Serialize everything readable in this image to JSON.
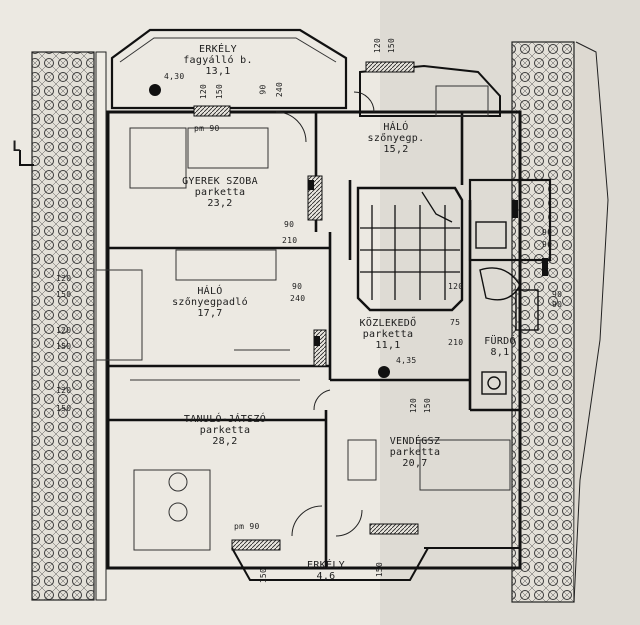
{
  "plan": {
    "palette": {
      "paper": "#e9e6df",
      "paper_shade": "#d9d6cf",
      "ink": "#1c1c1c",
      "hatch": "#3a3a3a"
    },
    "rooms": [
      {
        "id": "erkely_top",
        "name": "ERKÉLY",
        "sub": "fagyálló b.",
        "area": "13,1"
      },
      {
        "id": "halo_top",
        "name": "HÁLÓ",
        "sub": "szőnyegp.",
        "area": "15,2"
      },
      {
        "id": "gyerek",
        "name": "GYEREK SZOBA",
        "sub": "parketta",
        "area": "23,2"
      },
      {
        "id": "halo_mid",
        "name": "HÁLÓ",
        "sub": "szőnyegpadló",
        "area": "17,7"
      },
      {
        "id": "kozlekedo",
        "name": "KÖZLEKEDŐ",
        "sub": "parketta",
        "area": "11,1"
      },
      {
        "id": "furdo",
        "name": "FÜRDŐ",
        "sub": "",
        "area": "8,1"
      },
      {
        "id": "tanulo",
        "name": "TANULÓ-JÁTSZÓ",
        "sub": "parketta",
        "area": "28,2"
      },
      {
        "id": "vendeg",
        "name": "VENDÉGSZ",
        "sub": "parketta",
        "area": "20,7"
      },
      {
        "id": "erkely_bottom",
        "name": "ERKÉLY",
        "sub": "",
        "area": "4,6"
      }
    ],
    "dimensions": {
      "d120": "120",
      "d150": "150",
      "d90": "90",
      "d240": "240",
      "d210": "210",
      "d430": "4,30",
      "d435": "4,35",
      "d75": "75",
      "pm90": "pm 90",
      "l_mark": "L"
    }
  }
}
